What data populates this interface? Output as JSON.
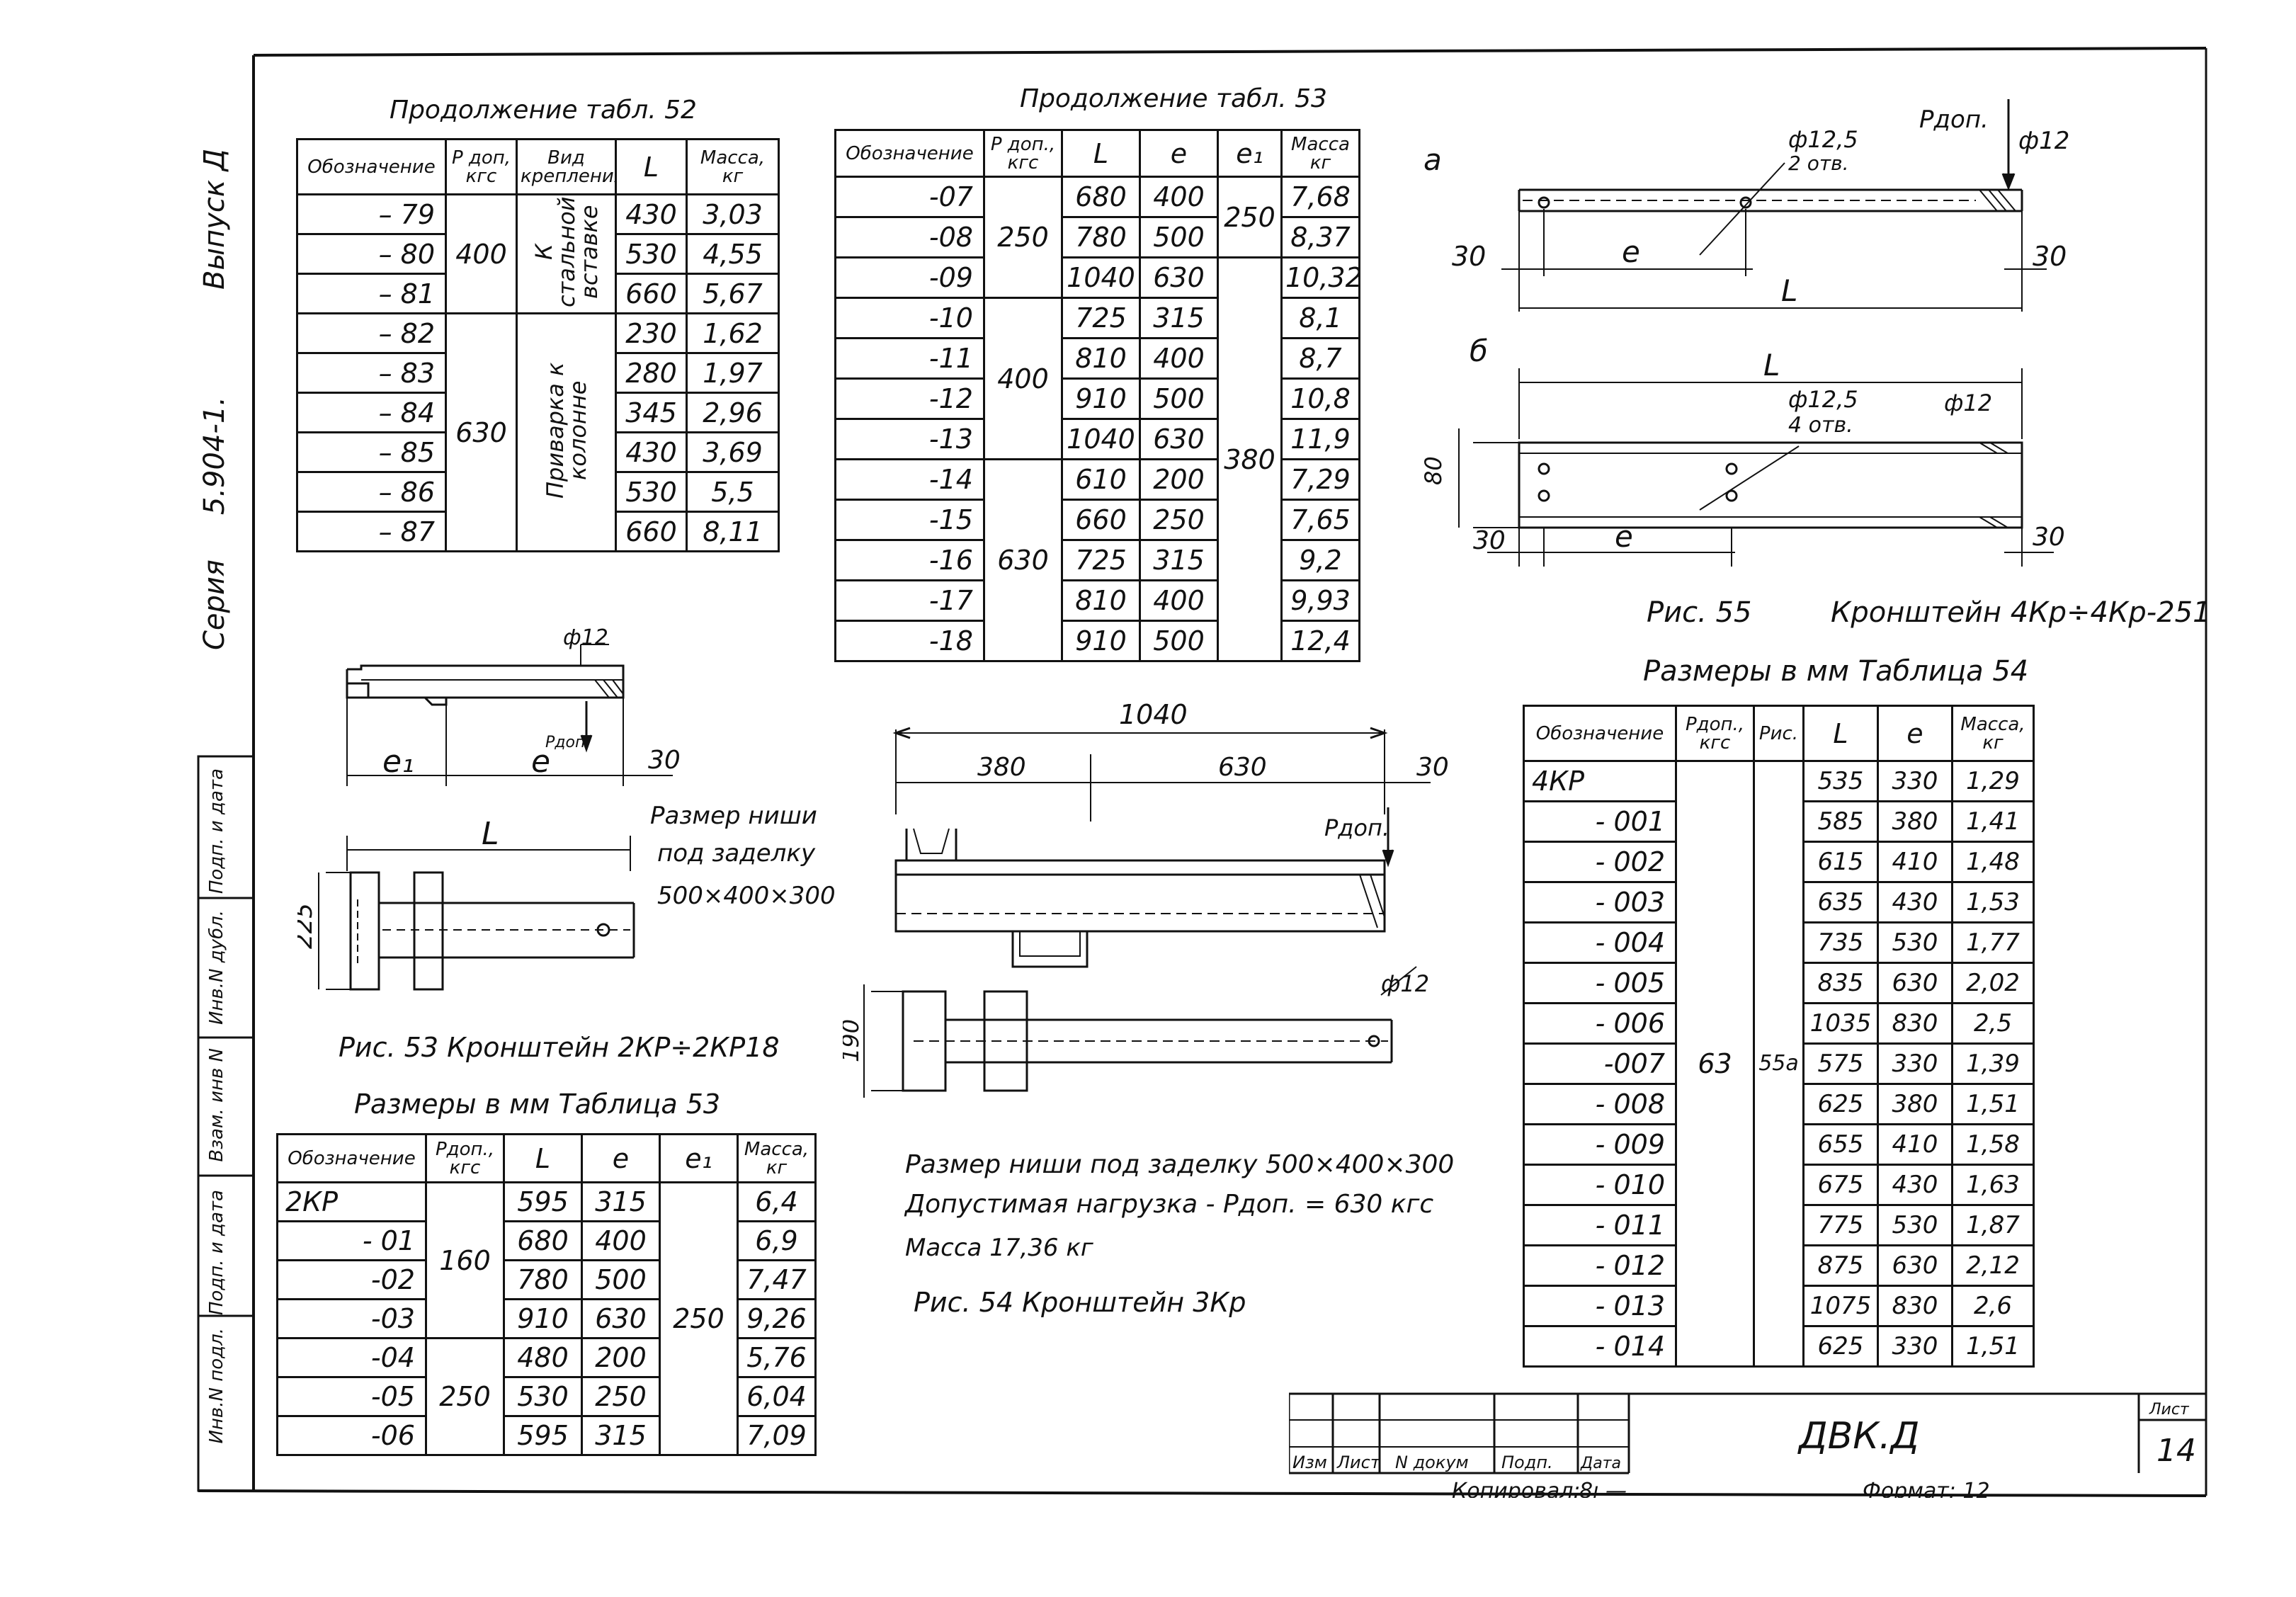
{
  "margin_titles": {
    "vypusk": "Выпуск Д",
    "seria_num": "5.904-1.",
    "seria": "Серия",
    "cells": [
      "Инв.N подл.",
      "Подп. и дата",
      "Взам. инв N",
      "Инв.N дубл.",
      "Подп. и дата"
    ]
  },
  "table52": {
    "caption": "Продолжение табл. 52",
    "headers": [
      "Обозначение",
      "P доп, кгс",
      "Вид крепления",
      "L",
      "Масса, кг"
    ],
    "rows": [
      [
        "– 79",
        "430",
        "3,03"
      ],
      [
        "– 80",
        "530",
        "4,55"
      ],
      [
        "– 81",
        "660",
        "5,67"
      ],
      [
        "– 82",
        "230",
        "1,62"
      ],
      [
        "– 83",
        "280",
        "1,97"
      ],
      [
        "– 84",
        "345",
        "2,96"
      ],
      [
        "– 85",
        "430",
        "3,69"
      ],
      [
        "– 86",
        "530",
        "5,5"
      ],
      [
        "– 87",
        "660",
        "8,11"
      ]
    ],
    "p_groups": [
      "400",
      "630"
    ],
    "mount_1": "К стальной вставке",
    "mount_2": "Приварка к колонне"
  },
  "table53_cont": {
    "caption": "Продолжение табл. 53",
    "headers": [
      "Обозначение",
      "P доп., кгс",
      "L",
      "e",
      "e₁",
      "Масса кг"
    ],
    "rows": [
      [
        "-07",
        "680",
        "400",
        "7,68"
      ],
      [
        "-08",
        "780",
        "500",
        "8,37"
      ],
      [
        "-09",
        "1040",
        "630",
        "10,32"
      ],
      [
        "-10",
        "725",
        "315",
        "8,1"
      ],
      [
        "-11",
        "810",
        "400",
        "8,7"
      ],
      [
        "-12",
        "910",
        "500",
        "10,8"
      ],
      [
        "-13",
        "1040",
        "630",
        "11,9"
      ],
      [
        "-14",
        "610",
        "200",
        "7,29"
      ],
      [
        "-15",
        "660",
        "250",
        "7,65"
      ],
      [
        "-16",
        "725",
        "315",
        "9,2"
      ],
      [
        "-17",
        "810",
        "400",
        "9,93"
      ],
      [
        "-18",
        "910",
        "500",
        "12,4"
      ]
    ],
    "p_groups": [
      "250",
      "400",
      "630"
    ],
    "e1_groups": [
      "250",
      "380"
    ]
  },
  "table53": {
    "caption": "Размеры в мм   Таблица 53",
    "headers": [
      "Обозначение",
      "Pдоп., кгс",
      "L",
      "e",
      "e₁",
      "Масса, кг"
    ],
    "rows": [
      [
        "2КР",
        "595",
        "315",
        "6,4"
      ],
      [
        "- 01",
        "680",
        "400",
        "6,9"
      ],
      [
        "-02",
        "780",
        "500",
        "7,47"
      ],
      [
        "-03",
        "910",
        "630",
        "9,26"
      ],
      [
        "-04",
        "480",
        "200",
        "5,76"
      ],
      [
        "-05",
        "530",
        "250",
        "6,04"
      ],
      [
        "-06",
        "595",
        "315",
        "7,09"
      ]
    ],
    "p_groups": [
      "160",
      "250"
    ],
    "e1": "250"
  },
  "table54": {
    "caption": "Размеры в мм   Таблица 54",
    "headers": [
      "Обозначение",
      "Pдоп., кгс",
      "Рис.",
      "L",
      "e",
      "Масса, кг"
    ],
    "rows": [
      [
        "4КР",
        "535",
        "330",
        "1,29"
      ],
      [
        "- 001",
        "585",
        "380",
        "1,41"
      ],
      [
        "- 002",
        "615",
        "410",
        "1,48"
      ],
      [
        "- 003",
        "635",
        "430",
        "1,53"
      ],
      [
        "- 004",
        "735",
        "530",
        "1,77"
      ],
      [
        "- 005",
        "835",
        "630",
        "2,02"
      ],
      [
        "- 006",
        "1035",
        "830",
        "2,5"
      ],
      [
        "-007",
        "575",
        "330",
        "1,39"
      ],
      [
        "- 008",
        "625",
        "380",
        "1,51"
      ],
      [
        "- 009",
        "655",
        "410",
        "1,58"
      ],
      [
        "- 010",
        "675",
        "430",
        "1,63"
      ],
      [
        "- 011",
        "775",
        "530",
        "1,87"
      ],
      [
        "- 012",
        "875",
        "630",
        "2,12"
      ],
      [
        "- 013",
        "1075",
        "830",
        "2,6"
      ],
      [
        "- 014",
        "625",
        "330",
        "1,51"
      ]
    ],
    "p_all": "63",
    "fig_all": "55а"
  },
  "fig53": {
    "caption": "Рис. 53  Кронштейн 2КР÷2КР18",
    "niche_1": "Размер ниши",
    "niche_2": "под заделку",
    "niche_3": "500×400×300",
    "dims": {
      "phi": "ф12",
      "e1": "e₁",
      "e": "e",
      "p": "Pдоп.",
      "d30": "30",
      "L": "L",
      "h225": "225"
    }
  },
  "fig54": {
    "dims": {
      "d1040": "1040",
      "d380": "380",
      "d630": "630",
      "d30": "30",
      "p": "Pдоп.",
      "phi": "ф12",
      "h190": "190"
    },
    "note_1": "Размер ниши под заделку 500×400×300",
    "note_2": "Допустимая нагрузка - Pдоп. = 630 кгс",
    "note_3": "Масса  17,36 кг",
    "caption": "Рис. 54  Кронштейн 3Кр"
  },
  "fig55": {
    "label_a": "а",
    "label_b": "б",
    "dims": {
      "p": "Pдоп.",
      "phi12a": "ф12",
      "hole_a_1": "ф12,5",
      "hole_a_2": "2 отв.",
      "d30": "30",
      "e": "e",
      "L": "L",
      "hole_b_1": "ф12,5",
      "hole_b_2": "4 отв.",
      "phi12b": "ф12",
      "h80": "80"
    },
    "caption_1": "Рис. 55",
    "caption_2": "Кронштейн 4Кр÷4Кр-251"
  },
  "title_block": {
    "headers": [
      "Изм",
      "Лист",
      "N докум",
      "Подп.",
      "Дата"
    ],
    "code": "ДВК.Д",
    "sheet_label": "Лист",
    "sheet_no": "14",
    "copied": "Копировал:",
    "copied_sign": "8ı —",
    "format": "Формат: 12"
  }
}
